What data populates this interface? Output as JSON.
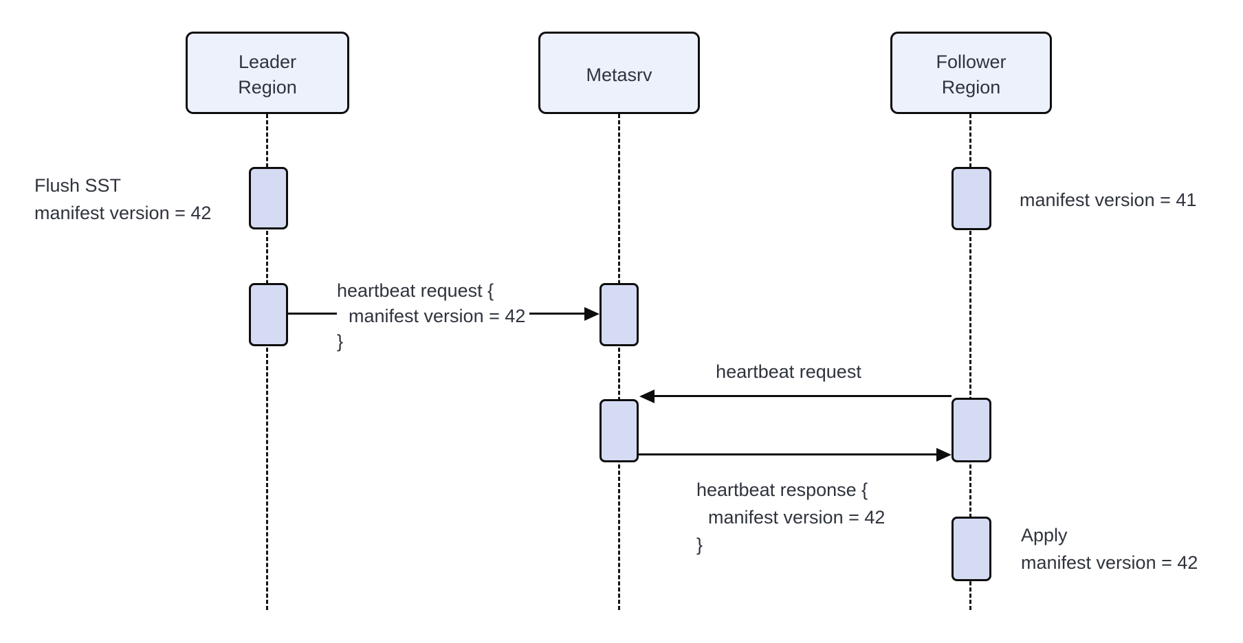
{
  "participants": [
    {
      "id": "leader-region",
      "lines": [
        "Leader",
        "Region"
      ]
    },
    {
      "id": "metasrv",
      "lines": [
        "Metasrv"
      ]
    },
    {
      "id": "follower-region",
      "lines": [
        "Follower",
        "Region"
      ]
    }
  ],
  "annotations": {
    "leader_flush": {
      "line1": "Flush SST",
      "line2": "manifest version = 42"
    },
    "follower_state": {
      "line1": "manifest version = 41"
    },
    "follower_apply": {
      "line1": "Apply",
      "line2": "manifest version = 42"
    }
  },
  "messages": {
    "leader_heartbeat": {
      "line1": "heartbeat request {",
      "line2": "manifest version = 42",
      "line3": "}"
    },
    "follower_heartbeat": {
      "label": "heartbeat request"
    },
    "heartbeat_response": {
      "line1": "heartbeat response {",
      "line2": "manifest version = 42",
      "line3": "}"
    }
  },
  "colors": {
    "background": "#ffffff",
    "participant_fill": "#edf1fb",
    "activation_fill": "#d6dbf4",
    "stroke": "#0d0d0d",
    "text": "#2f333c"
  }
}
